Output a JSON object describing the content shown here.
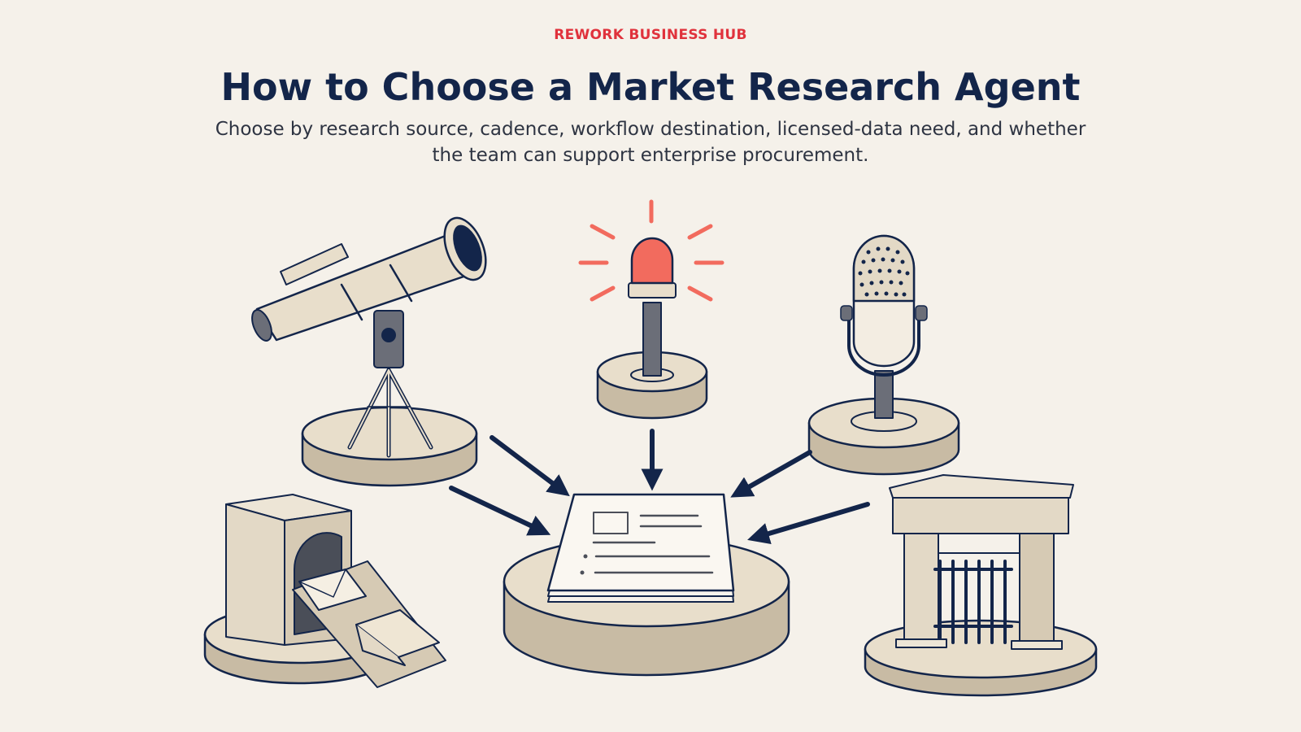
{
  "header": {
    "eyebrow": "REWORK BUSINESS HUB",
    "title": "How to Choose a Market Research Agent",
    "subtitle": "Choose by research source, cadence, workflow destination, licensed-data need, and whether the team can support enterprise procurement."
  },
  "illustration": {
    "nodes": [
      {
        "id": "telescope",
        "icon": "telescope-icon"
      },
      {
        "id": "alert-beacon",
        "icon": "alert-beacon-icon"
      },
      {
        "id": "microphone",
        "icon": "microphone-icon"
      },
      {
        "id": "mail-slot",
        "icon": "mail-inbox-icon"
      },
      {
        "id": "gate",
        "icon": "gate-icon"
      },
      {
        "id": "report",
        "icon": "report-document-icon"
      }
    ],
    "flows": [
      {
        "from": "telescope",
        "to": "report"
      },
      {
        "from": "alert-beacon",
        "to": "report"
      },
      {
        "from": "microphone",
        "to": "report"
      },
      {
        "from": "mail-slot",
        "to": "report"
      },
      {
        "from": "gate",
        "to": "report"
      }
    ]
  },
  "colors": {
    "background": "#f5f1ea",
    "accent": "#e0323c",
    "ink": "#13254a",
    "pedestal": "#e3d9c6",
    "beacon": "#f26b5e"
  }
}
